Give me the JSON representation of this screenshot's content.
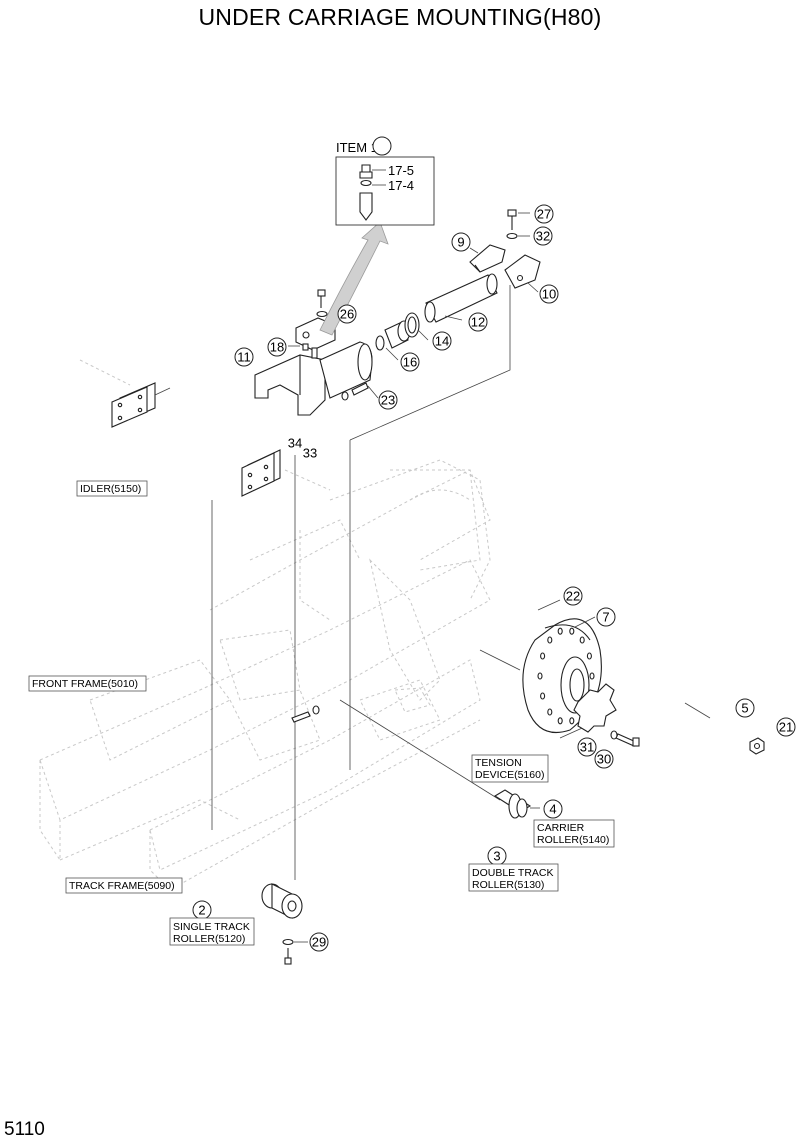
{
  "title": "UNDER CARRIAGE MOUNTING(H80)",
  "page_number": "5110",
  "item17_box": {
    "heading": "ITEM 17",
    "sub_labels": [
      "17-5",
      "17-4"
    ]
  },
  "callouts": [
    "27",
    "32",
    "9",
    "10",
    "12",
    "26",
    "14",
    "11",
    "18",
    "16",
    "23",
    "34",
    "33",
    "22",
    "7",
    "5",
    "21",
    "31",
    "30",
    "4",
    "3",
    "2",
    "29"
  ],
  "references": {
    "idler": "IDLER(5150)",
    "front_frame": "FRONT FRAME(5010)",
    "tension_device": [
      "TENSION",
      "DEVICE(5160)"
    ],
    "carrier_roller": [
      "CARRIER",
      "ROLLER(5140)"
    ],
    "double_track_roller": [
      "DOUBLE TRACK",
      "ROLLER(5130)"
    ],
    "track_frame": "TRACK FRAME(5090)",
    "single_track_roller": [
      "SINGLE TRACK",
      "ROLLER(5120)"
    ]
  }
}
